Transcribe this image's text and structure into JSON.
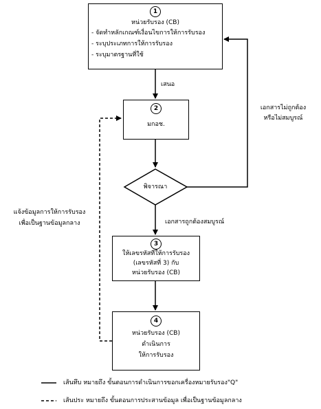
{
  "steps": [
    {
      "number": "1",
      "title": "หน่วยรับรอง (CB)",
      "bullets": [
        "- จัดทำหลักเกณฑ์เงื่อนไขการให้การรับรอง",
        "-  ระบุประเภทการให้การรับรอง",
        "-  ระบุมาตรฐานที่ใช้"
      ]
    },
    {
      "number": "2",
      "title": "มกอช."
    },
    {
      "number": "3",
      "lines": [
        "ให้เลขรหัสที่ให้การรับรอง",
        "(เลขรหัสที่ 3)  กับ",
        "หน่วยรับรอง (CB)"
      ]
    },
    {
      "number": "4",
      "lines": [
        "หน่วยรับรอง (CB)",
        "ดำเนินการ",
        "ให้การรับรอง"
      ]
    }
  ],
  "decision": {
    "label": "พิจารณา"
  },
  "edges": {
    "submit": "เสนอ",
    "incomplete_1": "เอกสารไม่ถูกต้อง",
    "incomplete_2": "หรือไม่สมบูรณ์",
    "complete": "เอกสารถูกต้องสมบูรณ์",
    "feedback_1": "แจ้งข้อมูลการให้การรับรอง",
    "feedback_2": "เพื่อเป็นฐานข้อมูลกลาง"
  },
  "legend": {
    "solid": "เส้นทึบ  หมายถึง  ขั้นตอนการดำเนินการขอกเครื่องหมายรับรอง\"Q\"",
    "dashed": "เส้นประ หมายถึง  ขั้นตอนการประสานข้อมูล เพื่อเป็นฐานข้อมูลกลาง"
  }
}
